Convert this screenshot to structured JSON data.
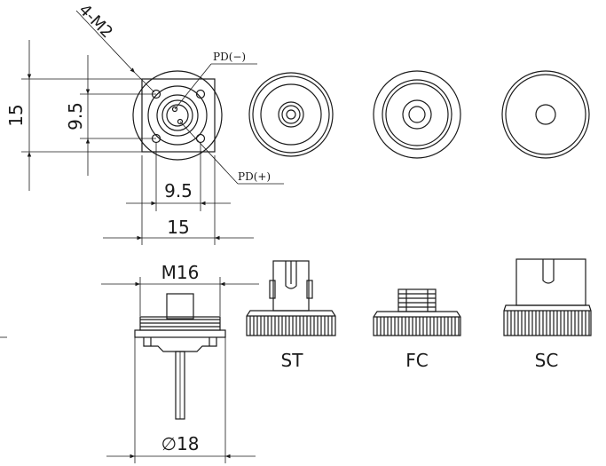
{
  "dimensions": {
    "hole_spec": "4-M2",
    "height_outer": "15",
    "height_inner": "9.5",
    "width_inner": "9.5",
    "width_outer": "15",
    "thread": "M16",
    "diameter": "∅18"
  },
  "pins": {
    "negative": "PD(−)",
    "positive": "PD(+)"
  },
  "connectors": {
    "st": "ST",
    "fc": "FC",
    "sc": "SC"
  }
}
